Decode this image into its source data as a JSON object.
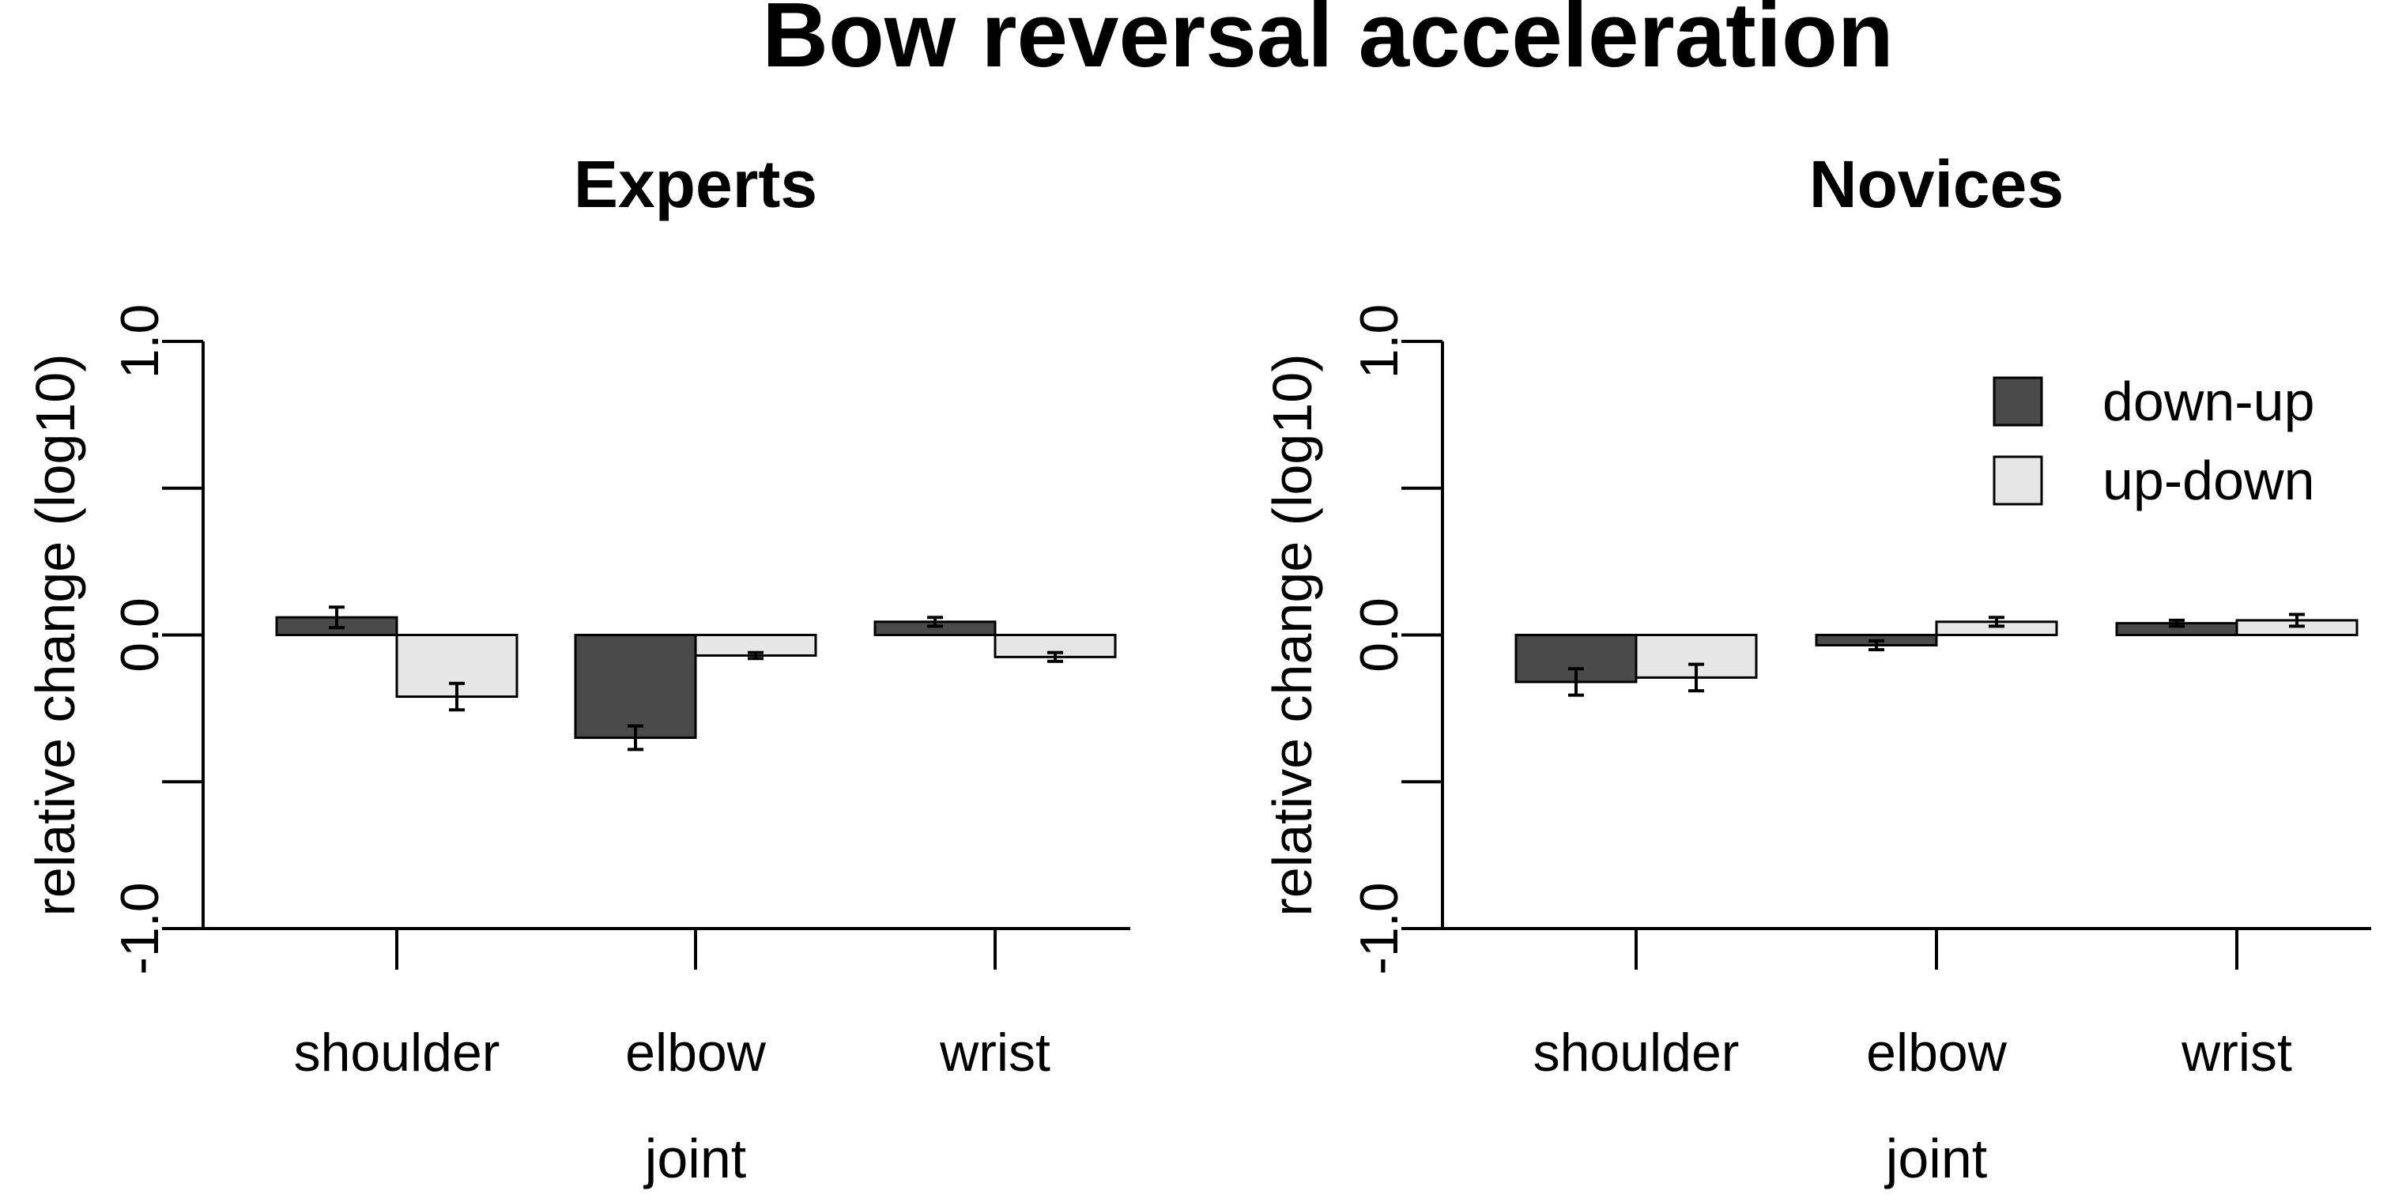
{
  "title": "Bow reversal acceleration",
  "legend": {
    "items": [
      {
        "label": "down-up",
        "color": "#4a4a4a"
      },
      {
        "label": "up-down",
        "color": "#e6e6e6"
      }
    ]
  },
  "chart_data": [
    {
      "type": "bar",
      "title": "Experts",
      "xlabel": "joint",
      "ylabel": "relative change (log10)",
      "ylim": [
        -1.0,
        1.0
      ],
      "yticks": [
        -1.0,
        -0.5,
        0.0,
        0.5,
        1.0
      ],
      "ytick_labels": [
        "-1.0",
        "",
        "0.0",
        "",
        "1.0"
      ],
      "categories": [
        "shoulder",
        "elbow",
        "wrist"
      ],
      "grid": false,
      "series": [
        {
          "name": "down-up",
          "color": "#4a4a4a",
          "values": [
            0.06,
            -0.35,
            0.045
          ],
          "errors": [
            0.035,
            0.04,
            0.015
          ]
        },
        {
          "name": "up-down",
          "color": "#e6e6e6",
          "values": [
            -0.21,
            -0.07,
            -0.075
          ],
          "errors": [
            0.045,
            0.01,
            0.015
          ]
        }
      ]
    },
    {
      "type": "bar",
      "title": "Novices",
      "xlabel": "joint",
      "ylabel": "relative change (log10)",
      "ylim": [
        -1.0,
        1.0
      ],
      "yticks": [
        -1.0,
        -0.5,
        0.0,
        0.5,
        1.0
      ],
      "ytick_labels": [
        "-1.0",
        "",
        "0.0",
        "",
        "1.0"
      ],
      "categories": [
        "shoulder",
        "elbow",
        "wrist"
      ],
      "legend_position": "top-right",
      "grid": false,
      "series": [
        {
          "name": "down-up",
          "color": "#4a4a4a",
          "values": [
            -0.16,
            -0.035,
            0.04
          ],
          "errors": [
            0.045,
            0.015,
            0.01
          ]
        },
        {
          "name": "up-down",
          "color": "#e6e6e6",
          "values": [
            -0.145,
            0.045,
            0.05
          ],
          "errors": [
            0.045,
            0.015,
            0.02
          ]
        }
      ]
    }
  ]
}
